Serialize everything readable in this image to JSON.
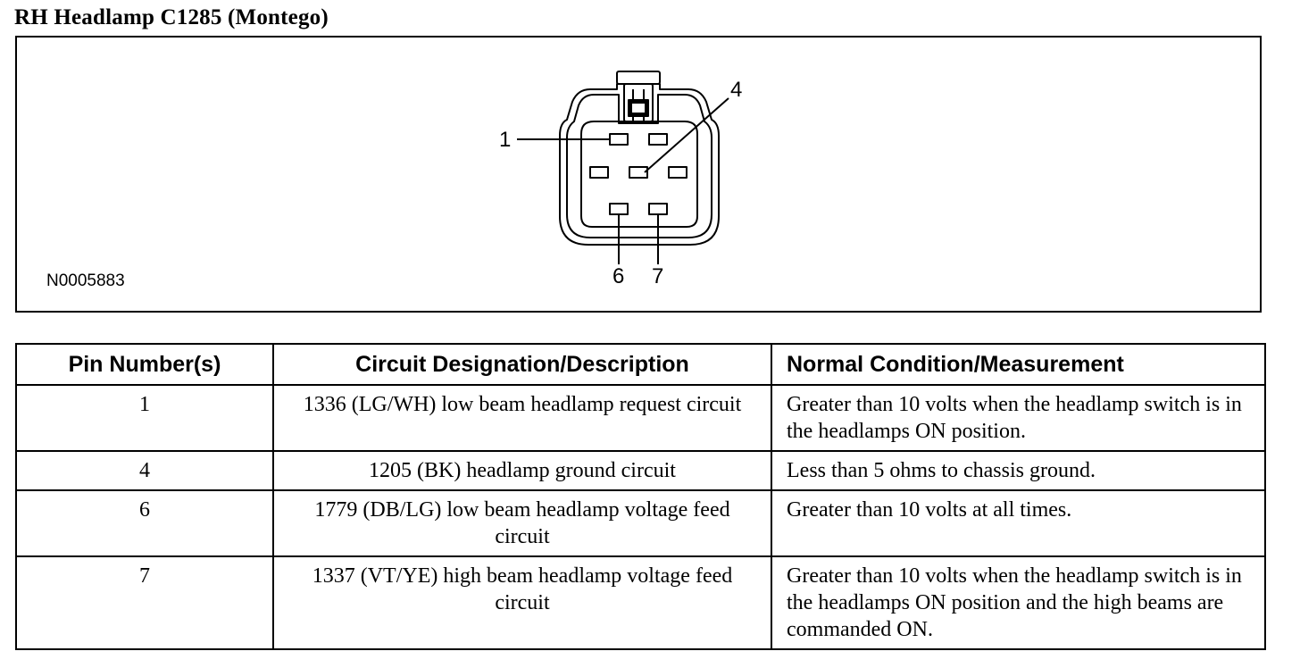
{
  "title": "RH Headlamp C1285 (Montego)",
  "figure": {
    "id_label": "N0005883",
    "callouts": [
      "1",
      "4",
      "6",
      "7"
    ]
  },
  "table": {
    "headers": [
      "Pin Number(s)",
      "Circuit Designation/Description",
      "Normal Condition/Measurement"
    ],
    "rows": [
      {
        "pin": "1",
        "circuit": "1336 (LG/WH) low beam headlamp request circuit",
        "condition": "Greater than 10 volts when the headlamp switch is in the headlamps ON position."
      },
      {
        "pin": "4",
        "circuit": "1205 (BK) headlamp ground circuit",
        "condition": "Less than 5 ohms to chassis ground."
      },
      {
        "pin": "6",
        "circuit": "1779 (DB/LG) low beam headlamp voltage feed circuit",
        "condition": "Greater than 10 volts at all times."
      },
      {
        "pin": "7",
        "circuit": "1337 (VT/YE) high beam headlamp voltage feed circuit",
        "condition": "Greater than 10 volts when the headlamp switch is in the headlamps ON position and the high beams are commanded ON."
      }
    ]
  }
}
